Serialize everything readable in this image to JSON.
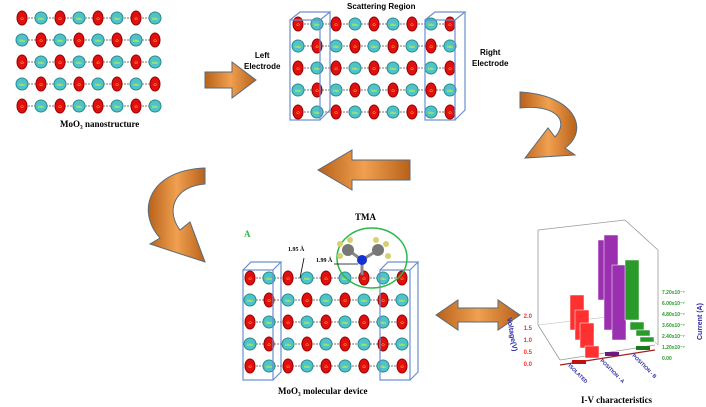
{
  "labels": {
    "nanostructure": "MoO₃ nanostructure",
    "scattering_region": "Scattering Region",
    "left_electrode": "Left\nElectrode",
    "right_electrode": "Right\nElectrode",
    "molecular_device": "MoO₃ molecular device",
    "tma": "TMA",
    "panel_letter": "A",
    "bond_1": "1.95 Å",
    "bond_2": "1.99 Å",
    "iv_title": "I-V characteristics",
    "atom_o": "O",
    "atom_mo": "Mo"
  },
  "colors": {
    "oxygen": "#e01010",
    "molybdenum": "#4fc4c8",
    "arrow": "#d9822b",
    "cell_box": "#6a8fd0",
    "adsorbate_circle": "#2db84a"
  },
  "chart_data": {
    "type": "bar",
    "categories": [
      "ISOLATED",
      "POSITION - A",
      "POSITION - B"
    ],
    "xlabel": "",
    "ylabel": "Voltage(V)",
    "zlabel": "Current (A)",
    "voltage_ticks": [
      "0.0",
      "0.5",
      "1.0",
      "1.5",
      "2.0"
    ],
    "current_ticks": [
      "0.00",
      "1.20x10⁻⁷",
      "2.40x10⁻⁷",
      "3.60x10⁻⁷",
      "4.80x10⁻⁷",
      "6.00x10⁻⁷",
      "7.20x10⁻⁷"
    ],
    "series_colors": [
      "#ff3030",
      "#9a30b0",
      "#2a9a2a"
    ]
  }
}
